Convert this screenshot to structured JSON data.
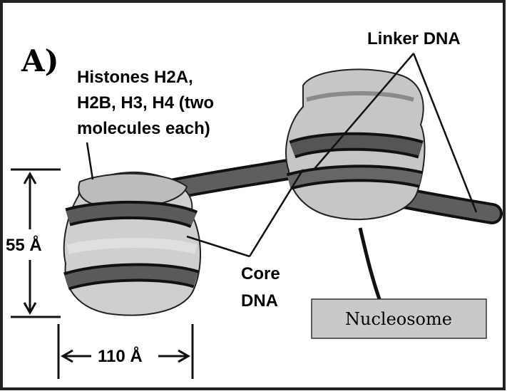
{
  "panel_label": "A)",
  "histone_label": [
    "Histones H2A,",
    "H2B, H3, H4 (two",
    "molecules each)"
  ],
  "linker_label": "Linker DNA",
  "height_label": "55 Å",
  "width_label": "110 Å",
  "core_label": [
    "Core",
    "DNA"
  ],
  "nucleosome_label": "Nucleosome",
  "colors": {
    "histone_light": "#c8c8c8",
    "histone_mid": "#a9a9a9",
    "dna_dark": "#555555",
    "dna_outline": "#111111",
    "nucleosome_box": "#c9c9c9"
  }
}
